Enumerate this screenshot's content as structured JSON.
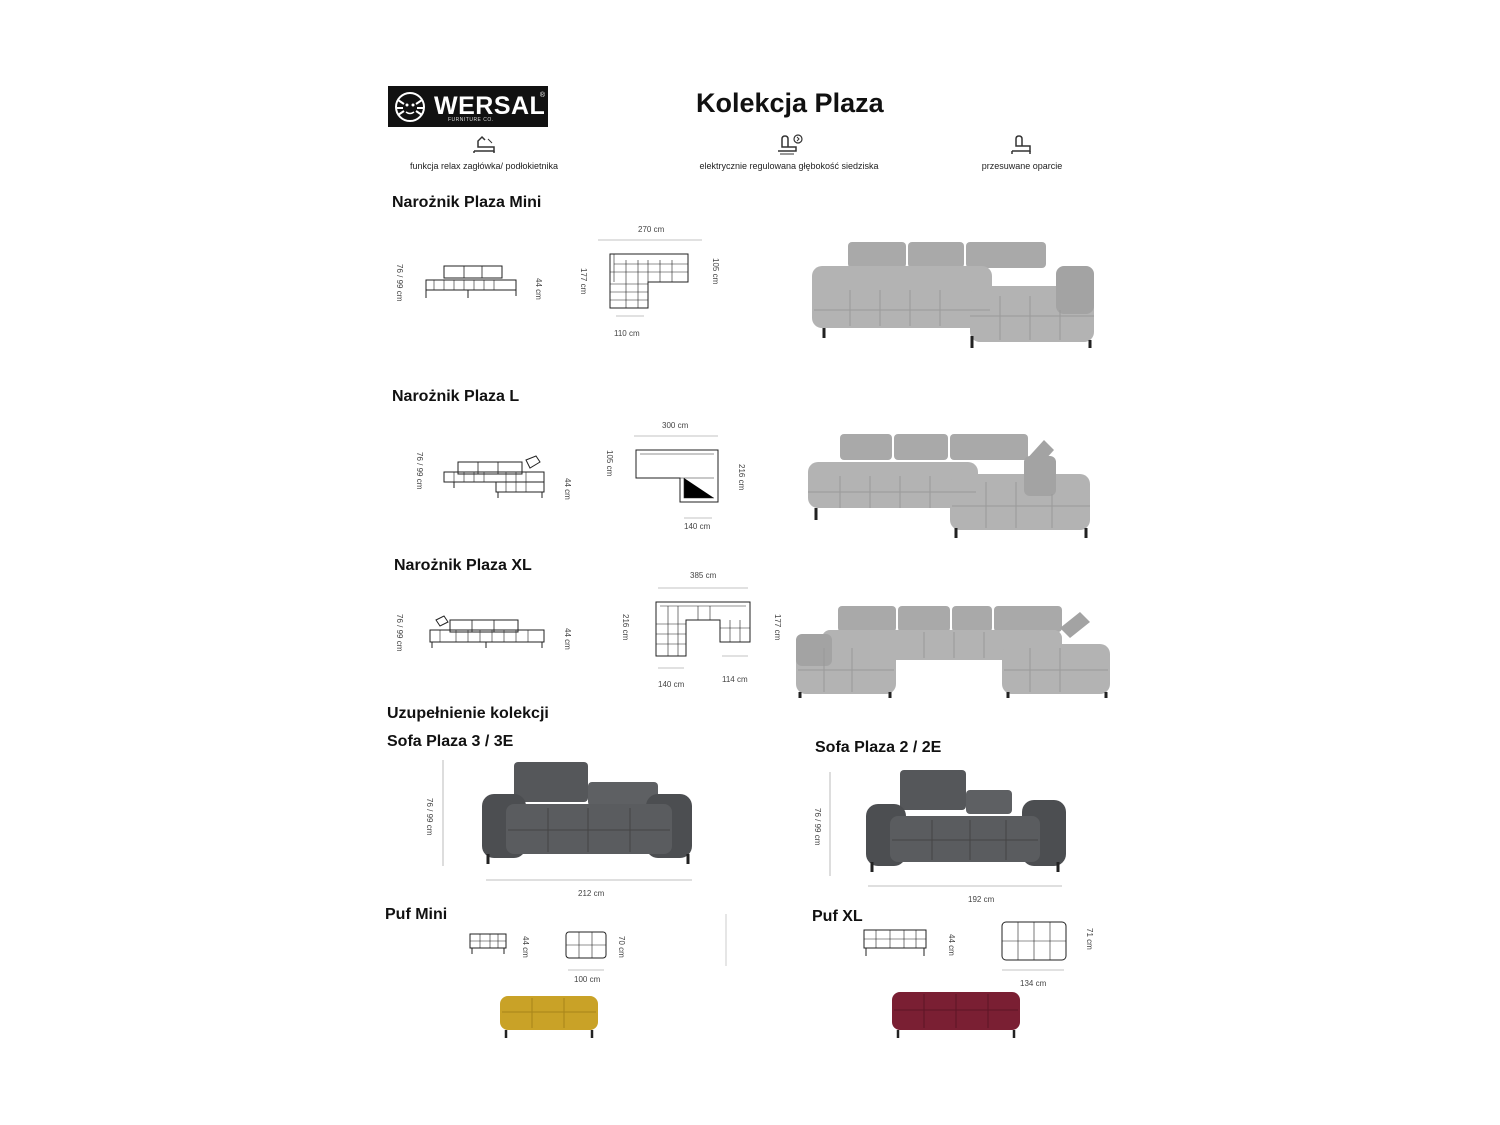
{
  "logo": {
    "brand": "WERSAL",
    "sub": "FURNITURE CO.",
    "reg": "®"
  },
  "title": "Kolekcja Plaza",
  "features": [
    {
      "label": "funkcja relax zagłówka/ podłokietnika",
      "icon": "relax-headrest-icon"
    },
    {
      "label": "elektrycznie regulowana głębokość siedziska",
      "icon": "electric-seat-depth-icon"
    },
    {
      "label": "przesuwane oparcie",
      "icon": "sliding-backrest-icon"
    }
  ],
  "sections": {
    "mini": {
      "title": "Narożnik Plaza Mini",
      "height": "76 / 99 cm",
      "seat": "44 cm",
      "width": "270 cm",
      "depth_left": "177 cm",
      "depth_right": "105 cm",
      "chaise": "110 cm"
    },
    "l": {
      "title": "Narożnik Plaza L",
      "height": "76 / 99 cm",
      "seat": "44 cm",
      "width": "300 cm",
      "depth_left": "105 cm",
      "depth_right": "216 cm",
      "chaise": "140 cm"
    },
    "xl": {
      "title": "Narożnik Plaza XL",
      "height": "76 / 99 cm",
      "seat": "44 cm",
      "width": "385 cm",
      "depth_left": "216 cm",
      "depth_right": "177 cm",
      "chaise_left": "140 cm",
      "chaise_right": "114 cm"
    },
    "complement": {
      "title": "Uzupełnienie kolekcji"
    },
    "sofa3": {
      "title": "Sofa Plaza 3  /  3E",
      "height": "76 / 99 cm",
      "width": "212 cm"
    },
    "sofa2": {
      "title": "Sofa Plaza 2  /  2E",
      "height": "76 / 99 cm",
      "width": "192 cm"
    },
    "pufmini": {
      "title": "Puf Mini",
      "height": "44 cm",
      "depth": "70 cm",
      "width": "100 cm"
    },
    "pufxl": {
      "title": "Puf XL",
      "height": "44 cm",
      "depth": "71 cm",
      "width": "134 cm"
    }
  },
  "colors": {
    "sofa_light": "#a9a9a9",
    "sofa_dark": "#55575a",
    "puf_mini": "#c9a227",
    "puf_xl": "#7a1f33"
  }
}
